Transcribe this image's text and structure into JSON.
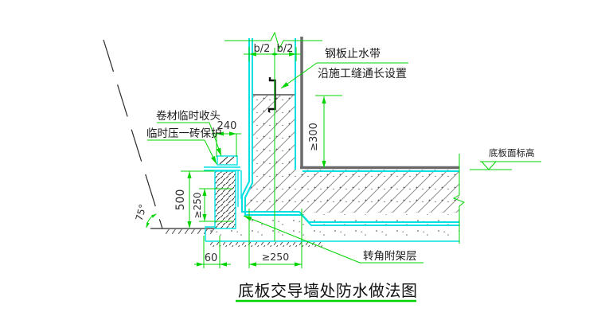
{
  "drawing": {
    "title": "底板交导墙处防水做法图",
    "labels": {
      "waterstop_line1": "钢板止水带",
      "waterstop_line2": "沿施工缝通长设置",
      "membrane_head": "卷材临时收头",
      "brick_protection": "临时压一砖保护",
      "corner_layer": "转角附架层",
      "slab_elevation": "底板面标高"
    },
    "dims": {
      "b2_left": "b/2",
      "b2_right": "b/2",
      "brick_width": "240",
      "joint_height": "≥300",
      "wall_height": "500",
      "head_height": "≥250",
      "footing_offset": "60",
      "corner_extent": "≥250",
      "slope_angle": "75°"
    },
    "colors": {
      "dimension_green": "#00d400",
      "membrane_cyan": "#00e0e0",
      "structure_gray": "#6a6a6a",
      "line_dark": "#2a2a2a"
    }
  }
}
